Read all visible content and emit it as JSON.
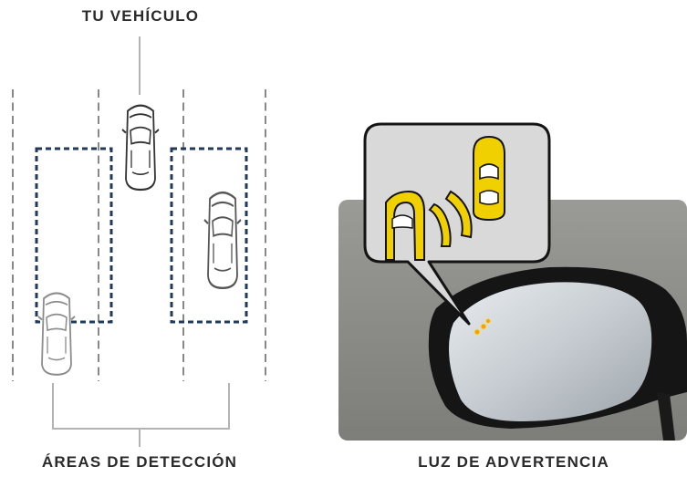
{
  "labels": {
    "your_vehicle": "TU VEHÍCULO",
    "detection_areas": "ÁREAS DE DETECCIÓN",
    "warning_light": "LUZ DE ADVERTENCIA"
  },
  "colors": {
    "text": "#2b2b2b",
    "connector": "#b3b3b3",
    "zone_outline": "#1f3a5c",
    "car_stroke": "#3a3a3a",
    "car_faded_stroke": "#8c8c8c",
    "warning_amber": "#f0d000",
    "mirror_wall": "#8f8f8b",
    "callout_fill": "#d9d9d9"
  },
  "icons": [
    "blind-spot-warning-icon",
    "side-mirror-image"
  ]
}
